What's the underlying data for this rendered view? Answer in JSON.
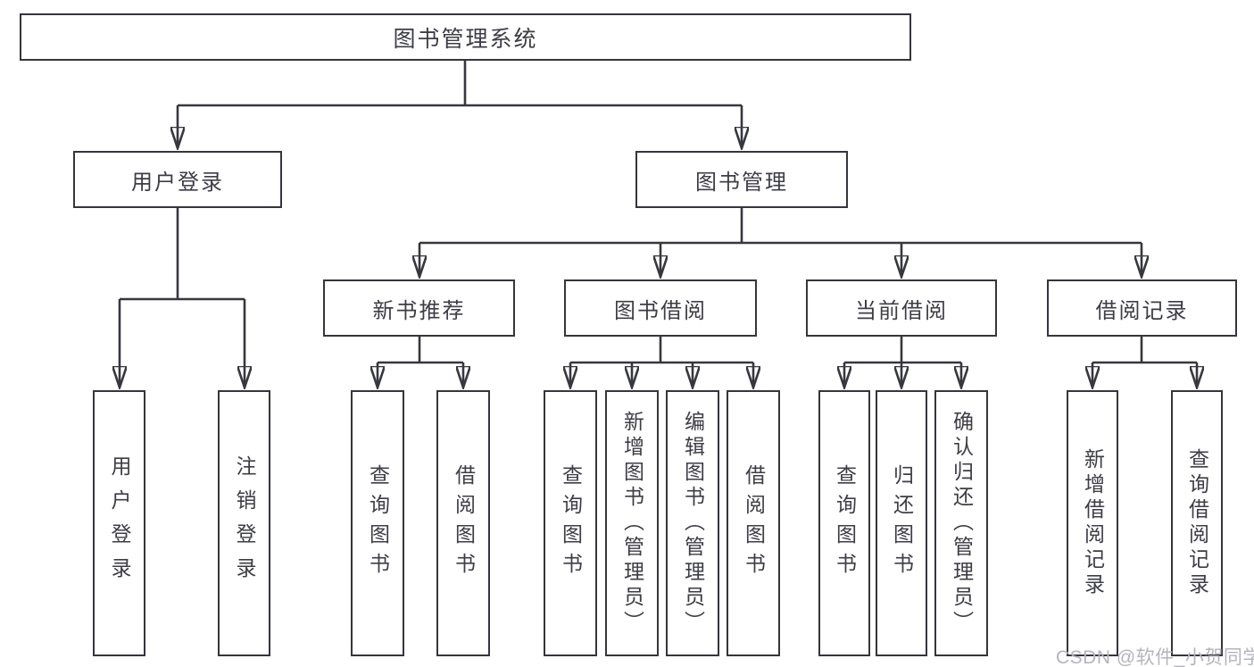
{
  "diagram": {
    "tree": {
      "label": "图书管理系统",
      "children": [
        {
          "label": "用户登录",
          "children": [
            {
              "label": "用户登录"
            },
            {
              "label": "注销登录"
            }
          ]
        },
        {
          "label": "图书管理",
          "children": [
            {
              "label": "新书推荐",
              "children": [
                {
                  "label": "查询图书"
                },
                {
                  "label": "借阅图书"
                }
              ]
            },
            {
              "label": "图书借阅",
              "children": [
                {
                  "label": "查询图书"
                },
                {
                  "label": "新增图书（管理员）"
                },
                {
                  "label": "编辑图书（管理员）"
                },
                {
                  "label": "借阅图书"
                }
              ]
            },
            {
              "label": "当前借阅",
              "children": [
                {
                  "label": "查询图书"
                },
                {
                  "label": "归还图书"
                },
                {
                  "label": "确认归还（管理员）"
                }
              ]
            },
            {
              "label": "借阅记录",
              "children": [
                {
                  "label": "新增借阅记录"
                },
                {
                  "label": "查询借阅记录"
                }
              ]
            }
          ]
        }
      ]
    },
    "colors": {
      "line": "#37373f",
      "box_border": "#35353d",
      "text": "#3d3d46",
      "background": "#ffffff",
      "watermark_text": "#b4b4bd"
    }
  },
  "watermark": "CSDN @软件_小贺同学"
}
